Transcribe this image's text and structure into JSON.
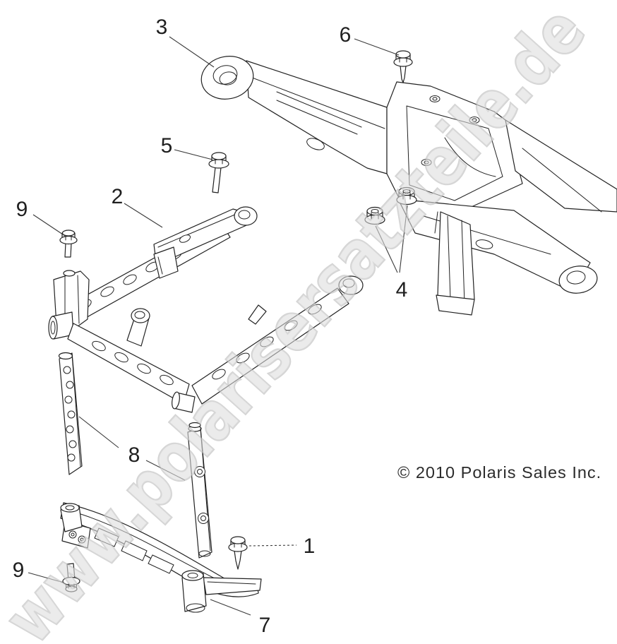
{
  "figure": {
    "watermark": "www.polarisersatzteile.de",
    "copyright": "© 2010 Polaris Sales Inc."
  },
  "callouts": {
    "c1": {
      "label": "1"
    },
    "c2": {
      "label": "2"
    },
    "c3": {
      "label": "3"
    },
    "c4": {
      "label": "4"
    },
    "c5": {
      "label": "5"
    },
    "c6": {
      "label": "6"
    },
    "c7": {
      "label": "7"
    },
    "c8": {
      "label": "8"
    },
    "c9_top": {
      "label": "9"
    },
    "c9_bottom": {
      "label": "9"
    }
  },
  "parts": [
    {
      "ref": "1",
      "kind": "self-tapping-screw",
      "qty_shown": 1
    },
    {
      "ref": "2",
      "kind": "front-frame-support",
      "qty_shown": 1
    },
    {
      "ref": "3",
      "kind": "upper-support-bracket-assembly",
      "qty_shown": 1
    },
    {
      "ref": "4",
      "kind": "flange-nut",
      "qty_shown": 2
    },
    {
      "ref": "5",
      "kind": "flange-bolt-long",
      "qty_shown": 1
    },
    {
      "ref": "6",
      "kind": "flange-bolt-short",
      "qty_shown": 1
    },
    {
      "ref": "7",
      "kind": "lower-frame-member",
      "qty_shown": 1
    },
    {
      "ref": "8",
      "kind": "support-rail",
      "qty_shown": 2
    },
    {
      "ref": "9",
      "kind": "flange-bolt",
      "qty_shown": 2
    }
  ],
  "colors": {
    "background": "#ffffff",
    "line": "#222222",
    "leader": "#3a3a3a",
    "callout_text": "#1f1f1f",
    "copyright_text": "#2b2b2b",
    "watermark_fill": "#dcdcdc",
    "watermark_stroke": "#a9a9a9"
  }
}
